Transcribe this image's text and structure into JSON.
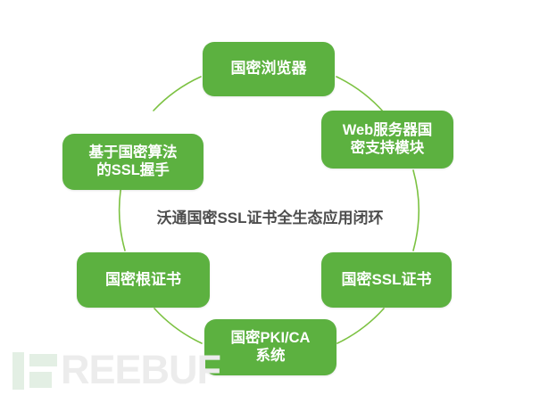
{
  "diagram": {
    "center_caption": "沃通国密SSL证书全生态应用闭环",
    "accent_color": "#5CB140",
    "ring_color": "#7CC242",
    "caption_color": "#4d4d4d",
    "nodes": [
      {
        "id": "browser",
        "label": "国密浏览器",
        "position": "top"
      },
      {
        "id": "webserver",
        "label": "Web服务器国\n密支持模块",
        "position": "right-upper"
      },
      {
        "id": "sslcert",
        "label": "国密SSL证书",
        "position": "right-lower"
      },
      {
        "id": "pkica",
        "label": "国密PKI/CA\n系统",
        "position": "bottom"
      },
      {
        "id": "rootcert",
        "label": "国密根证书",
        "position": "left-lower"
      },
      {
        "id": "handshake",
        "label": "基于国密算法\n的SSL握手",
        "position": "left-upper"
      }
    ]
  },
  "watermark": {
    "text": "REEBUF",
    "mark_color": "#e3efe4",
    "text_color": "#ececec"
  }
}
